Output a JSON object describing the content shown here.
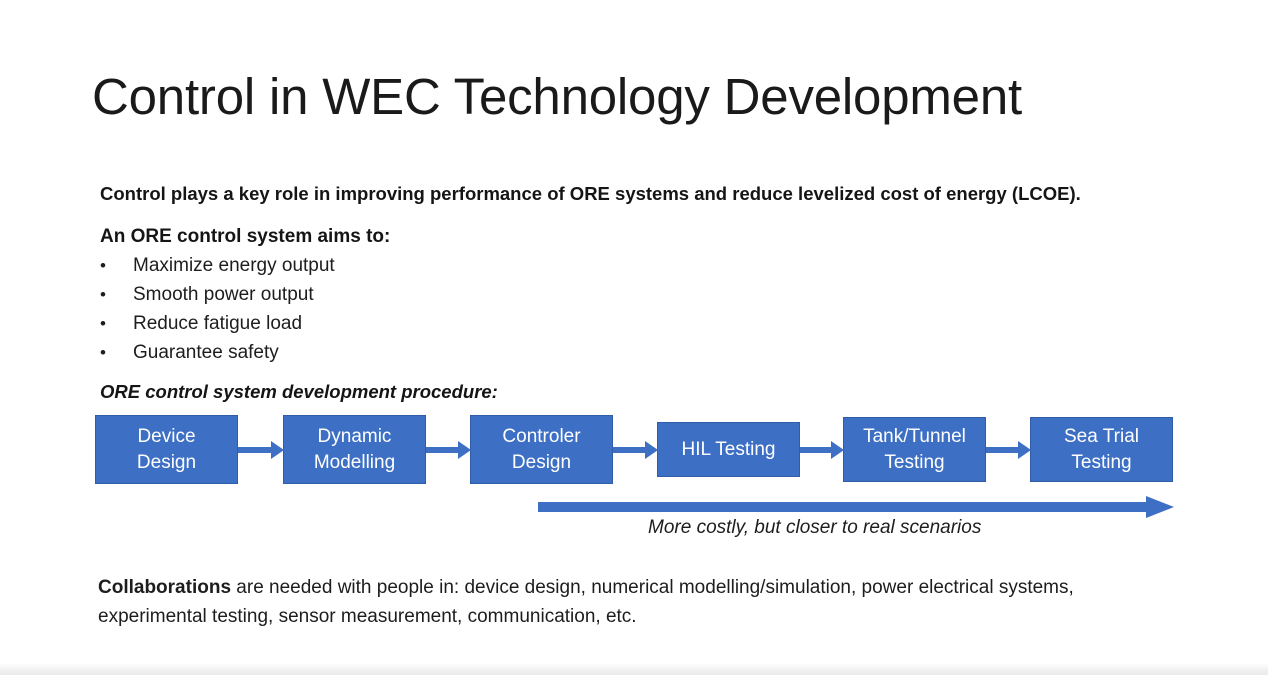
{
  "slide": {
    "title": "Control in WEC Technology Development",
    "lead_line": "Control plays a key role in improving performance of ORE systems and reduce levelized cost of energy (LCOE).",
    "aims_heading": "An ORE control system aims to:",
    "aims": [
      {
        "bullet": "•",
        "label": "Maximize energy output"
      },
      {
        "bullet": "•",
        "label": "Smooth power output"
      },
      {
        "bullet": "•",
        "label": "Reduce fatigue load"
      },
      {
        "bullet": "•",
        "label": "Guarantee safety"
      }
    ],
    "procedure_heading": "ORE control system development procedure:",
    "flow": {
      "boxes": [
        {
          "label_line1": "Device",
          "label_line2": "Design"
        },
        {
          "label_line1": "Dynamic",
          "label_line2": "Modelling"
        },
        {
          "label_line1": "Controler",
          "label_line2": "Design"
        },
        {
          "label_line1": "HIL Testing",
          "label_line2": ""
        },
        {
          "label_line1": "Tank/Tunnel",
          "label_line2": "Testing"
        },
        {
          "label_line1": "Sea Trial",
          "label_line2": "Testing"
        }
      ],
      "arrow_count": 5,
      "box_color": "#3D6FC4",
      "arrow_color": "#3D6FC4",
      "text_color": "#FFFFFF"
    },
    "progression_caption": "More costly, but closer to real scenarios",
    "collaborations": {
      "strong": "Collaborations",
      "rest": " are needed with people in: device design, numerical modelling/simulation, power electrical systems, experimental testing, sensor measurement, communication, etc."
    }
  }
}
